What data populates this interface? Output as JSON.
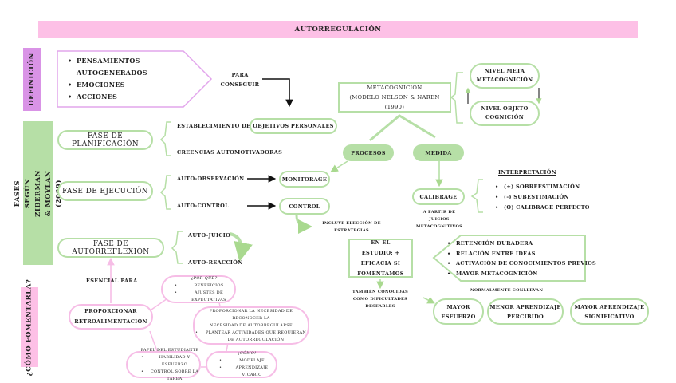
{
  "title": "AUTORREGULACIÓN",
  "sections": {
    "definicion": "DEFINICIÓN",
    "fases": "FASES SEGÚN ZIBERMAN & MOYLAN (2009)",
    "fomentar": "¿CÓMO FOMENTARLA?"
  },
  "definition": {
    "items": [
      "PENSAMIENTOS AUTOGENERADOS",
      "EMOCIONES",
      "ACCIONES"
    ],
    "connector": "PARA CONSEGUIR"
  },
  "metacognition": {
    "title": "METACOGNICIÓN",
    "subtitle": "(MODELO NELSON & NAREN (1990)",
    "levels": [
      {
        "line1": "NIVEL META",
        "line2": "METACOGNICIÓN"
      },
      {
        "line1": "NIVEL OBJETO",
        "line2": "COGNICIÓN"
      }
    ],
    "branches": [
      "PROCESOS",
      "MEDIDA"
    ]
  },
  "phases": [
    {
      "label": "FASE DE PLANIFICACIÓN",
      "items": [
        "ESTABLECIMIENTO DE",
        "CREENCIAS AUTOMOTIVADORAS"
      ],
      "target": "OBJETIVOS PERSONALES"
    },
    {
      "label": "FASE DE EJECUCIÓN",
      "items": [
        "AUTO-OBSERVACIÓN",
        "AUTO-CONTROL"
      ],
      "targets": [
        "MONITORAGE",
        "CONTROL"
      ]
    },
    {
      "label": "FASE DE AUTORREFLEXIÓN",
      "items": [
        "AUTO-JUICIO",
        "AUTO-REACCIÓN"
      ]
    }
  ],
  "control_note": "INCLUYE ELECCIÓN DE ESTRATEGIAS",
  "calibrage": {
    "label": "CALIBRAGE",
    "note": "A PARTIR DE JUICIOS METACOGNITIVOS",
    "interpretation_title": "INTERPRETACIÓN",
    "interpretation": [
      "(+) SOBREESTIMACIÓN",
      "(-) SUBESTIMACIÓN",
      "(O) CALIBRAGE PERFECTO"
    ]
  },
  "study": {
    "label": "EN EL ESTUDIO: + EFICACIA SI FOMENTAMOS",
    "benefits": [
      "RETENCIÓN DURADERA",
      "RELACIÓN ENTRE IDEAS",
      "ACTIVACIÓN DE CONOCIMIENTOS PREVIOS",
      "MAYOR METACOGNICIÓN"
    ],
    "also_known": "TAMBIÉN CONOCIDAS COMO DIFICULTADES DESEABLES",
    "usually": "NORMALMENTE CONLLEVAN",
    "outcomes": [
      {
        "line1": "MAYOR",
        "line2": "ESFUERZO"
      },
      {
        "line1": "MENOR APRENDIZAJE",
        "line2": "PERCIBIDO"
      },
      {
        "line1": "MAYOR APRENDIZAJE",
        "line2": "SIGNIFICATIVO"
      }
    ]
  },
  "feedback": {
    "essential": "ESENCIAL PARA",
    "label_line1": "PROPORCIONAR",
    "label_line2": "RETROALIMENTACIÓN",
    "why": {
      "title": "¿POR QUÉ?",
      "items": [
        "BENEFICIOS",
        "AJUSTES DE EXPECTATIVAS"
      ]
    },
    "need": {
      "line1": "PROPORCIONAR LA NECESIDAD DE RECONOCER LA",
      "line2": "NECESIDAD DE AUTORREGULARSE",
      "item": "PLANTEAR ACTIVIDADES QUE REQUIERAN DE AUTORREGULACIÓN"
    },
    "student": {
      "title": "PAPEL DEL ESTUDIANTE",
      "items": [
        "HABILIDAD Y ESFUERZO",
        "CONTROL SOBRE LA TAREA"
      ]
    },
    "how": {
      "title": "¡CÓMO!",
      "items": [
        "MODELAJE",
        "APRENDIZAJE VICARIO"
      ]
    }
  }
}
